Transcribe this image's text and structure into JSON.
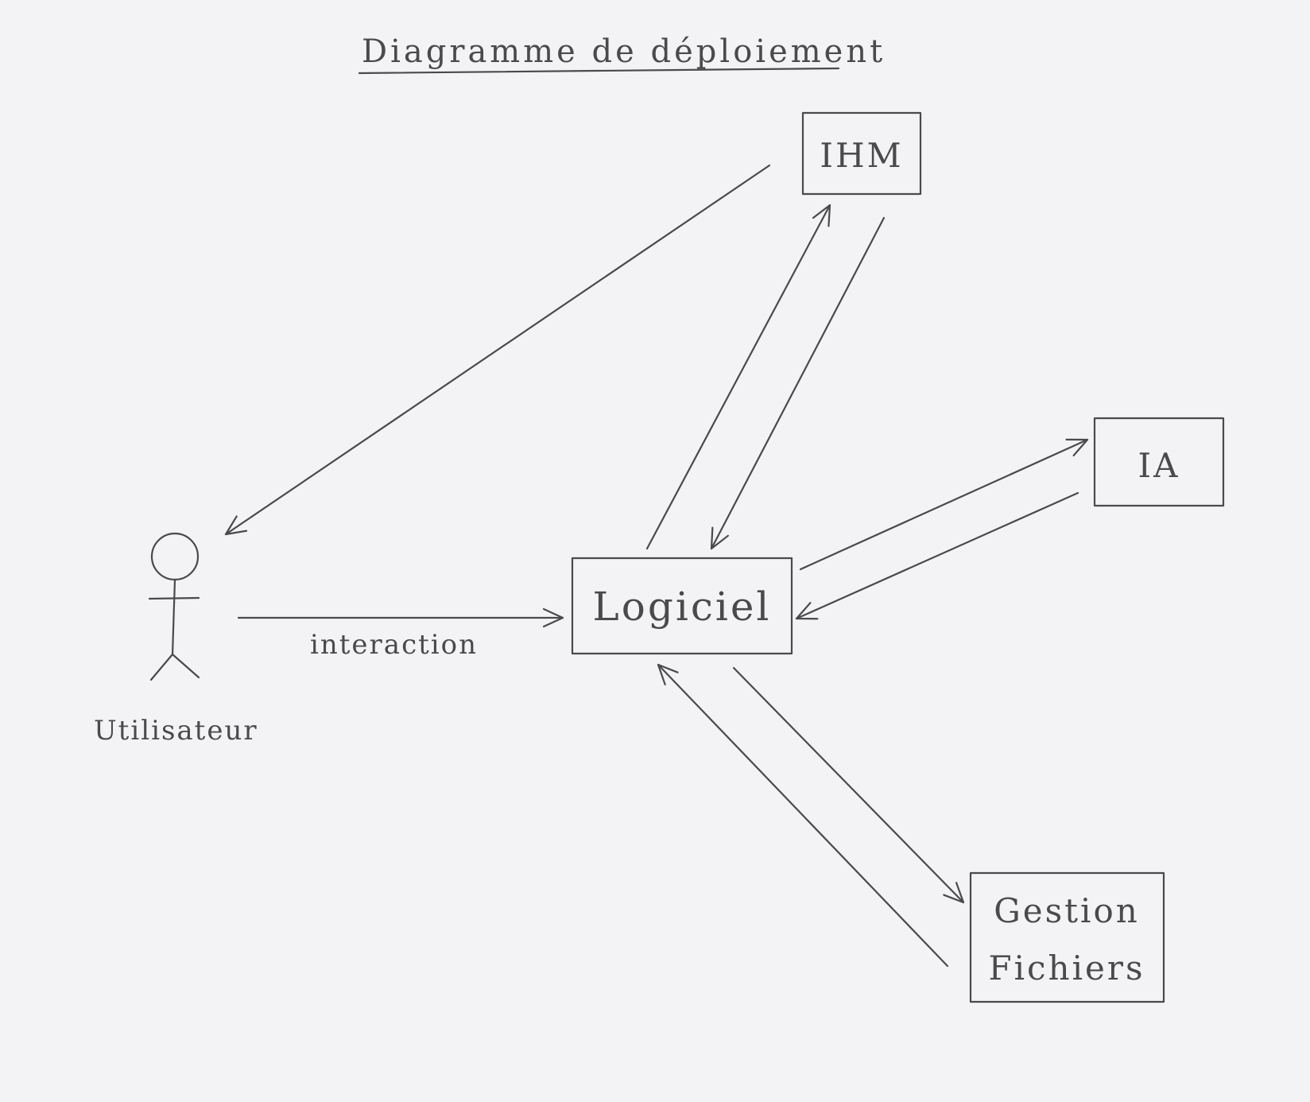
{
  "title": "Diagramme de déploiement",
  "actor": {
    "label": "Utilisateur"
  },
  "nodes": {
    "ihm": {
      "label": "IHM"
    },
    "logiciel": {
      "label": "Logiciel"
    },
    "ia": {
      "label": "IA"
    },
    "gestion": {
      "line1": "Gestion",
      "line2": "Fichiers"
    }
  },
  "edges": {
    "interaction": {
      "label": "interaction"
    }
  },
  "colors": {
    "ink": "#4a4a4a",
    "paper": "#f3f3f6"
  }
}
